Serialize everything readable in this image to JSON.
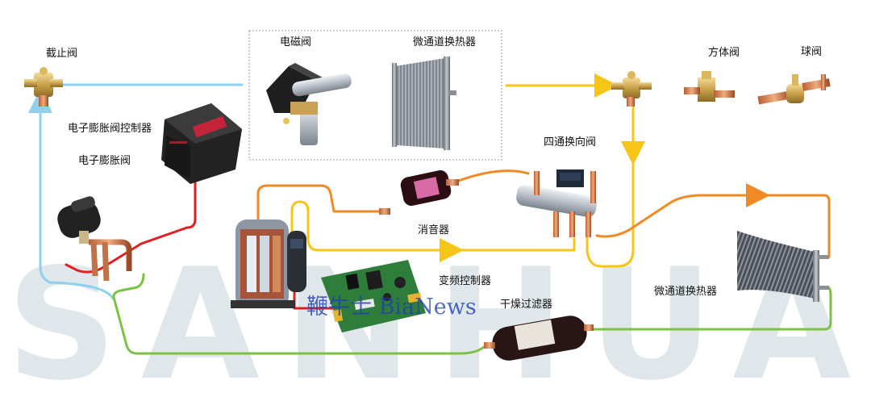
{
  "watermark": {
    "bg_text": "SANHUA",
    "overlay_text": "鞭牛士 BiaNews"
  },
  "labels": {
    "shutoff_valve": "截止阀",
    "solenoid_valve": "电磁阀",
    "microchannel_hx_top": "微通道换热器",
    "square_valve": "方体阀",
    "ball_valve": "球阀",
    "eev_controller": "电子膨胀阀控制器",
    "eev": "电子膨胀阀",
    "four_way_valve": "四通换向阀",
    "muffler": "消音器",
    "inverter_controller": "变频控制器",
    "microchannel_hx_right": "微通道换热器",
    "filter_drier": "干燥过滤器"
  },
  "colors": {
    "blue_line": "#8fd0ee",
    "yellow_line": "#f5c518",
    "orange_line": "#f08a24",
    "red_line": "#e02020",
    "green_line": "#7cc242",
    "watermark_bg": "#dfe7ea",
    "watermark_overlay": "#1f3fb0"
  }
}
